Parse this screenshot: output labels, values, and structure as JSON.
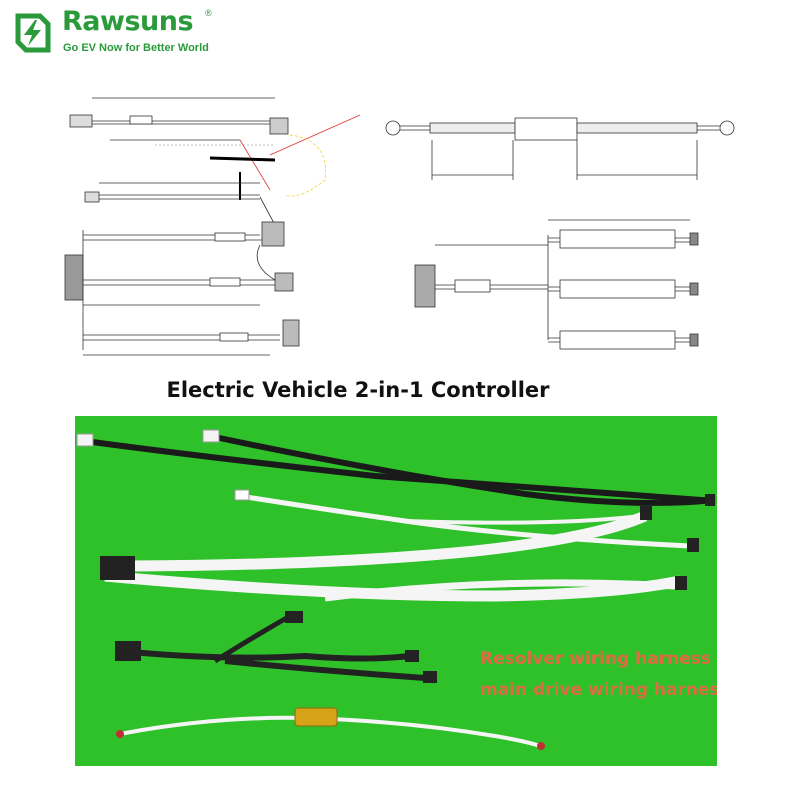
{
  "brand": {
    "name": "Rawsuns",
    "registered_mark": "®",
    "tagline": "Go EV Now for Better World",
    "logo_icon": "lightning-bolt-square-icon",
    "color": "#2a9a3a"
  },
  "caption": "Electric Vehicle 2-in-1 Controller",
  "photo": {
    "background_color": "#2ec12a",
    "label_color": "#e06a43",
    "labels": {
      "resolver": "Resolver wiring harness",
      "main_drive": "main drive wiring harness"
    }
  }
}
